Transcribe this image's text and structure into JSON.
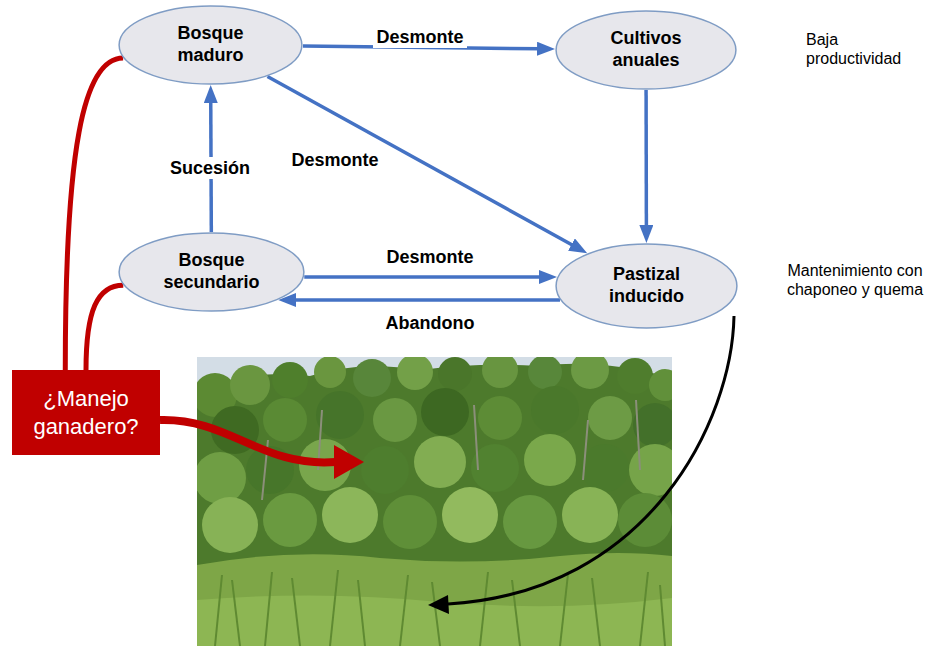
{
  "diagram": {
    "nodes": [
      {
        "text": [
          "Bosque maduro"
        ]
      },
      {
        "text": [
          "Cultivos anuales"
        ]
      },
      {
        "text": [
          "Bosque secundario"
        ]
      },
      {
        "text": [
          "Pastizal inducido"
        ]
      },
      {
        "text": [
          "¿Manejo ganadero?"
        ]
      }
    ],
    "edges": [
      {
        "from": 0,
        "to": 1,
        "label": "Desmonte",
        "arrow": "to"
      },
      {
        "from": 0,
        "to": 3,
        "label": "Desmonte",
        "arrow": "to"
      },
      {
        "from": 1,
        "to": 3,
        "arrow": "to"
      },
      {
        "from": 2,
        "to": 0,
        "label": "Sucesión",
        "arrow": "to"
      },
      {
        "from": 2,
        "to": 3,
        "label": "Desmonte",
        "arrow": "to"
      },
      {
        "from": 3,
        "to": 2,
        "label": "Abandono",
        "arrow": "to"
      },
      {
        "from": 4,
        "to": 0,
        "arrow": "none"
      },
      {
        "from": 4,
        "to": 2,
        "arrow": "none"
      }
    ],
    "labels": [
      "Baja productividad",
      "Mantenimiento con chaponeo y quema"
    ]
  }
}
